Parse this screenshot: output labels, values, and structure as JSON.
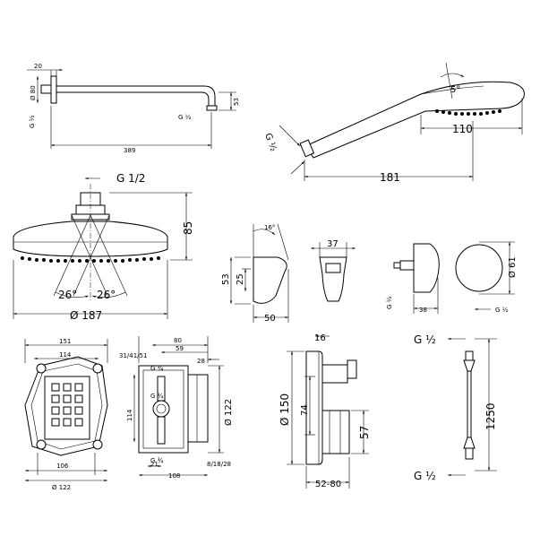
{
  "shower_arm": {
    "d_flange": "20",
    "d_height": "Ø 80",
    "d_thread_left": "G ½",
    "d_thread_right": "G ½",
    "d_drop": "53",
    "d_length": "389"
  },
  "hand_shower": {
    "thread": "G ½",
    "angle": "5°",
    "d_head": "110",
    "d_length": "181"
  },
  "head_shower": {
    "thread": "G 1/2",
    "d_height": "85",
    "angle_left": "26°",
    "angle_right": "26°",
    "d_diameter": "Ø 187"
  },
  "holder": {
    "angle": "16°",
    "d_height": "53",
    "d_depth": "25",
    "d_width": "50",
    "d_top_width": "37"
  },
  "outlet": {
    "d_diameter": "Ø 61",
    "thread_left": "G ½",
    "thread_right": "G ½",
    "d_depth": "38"
  },
  "box_front": {
    "d_outer": "151",
    "d_inner": "114",
    "d_bottom": "106",
    "d_diameter": "Ø 122"
  },
  "box_side": {
    "d_80": "80",
    "d_59": "59",
    "d_variants": "31/41/51",
    "d_28": "28",
    "g_top": "G ¾",
    "g_mid": "G ¾",
    "g_bottom": "G ¾",
    "d_114": "114",
    "d_122": "Ø 122",
    "d_21": "21",
    "d_108": "108",
    "d_variants_bottom": "8/18/28"
  },
  "thermostat": {
    "d_top": "16",
    "d_diameter": "Ø 150",
    "d_74": "74",
    "d_57": "57",
    "d_range": "52-80"
  },
  "hose": {
    "thread_top": "G ½",
    "thread_bottom": "G ½",
    "d_length": "1250"
  }
}
